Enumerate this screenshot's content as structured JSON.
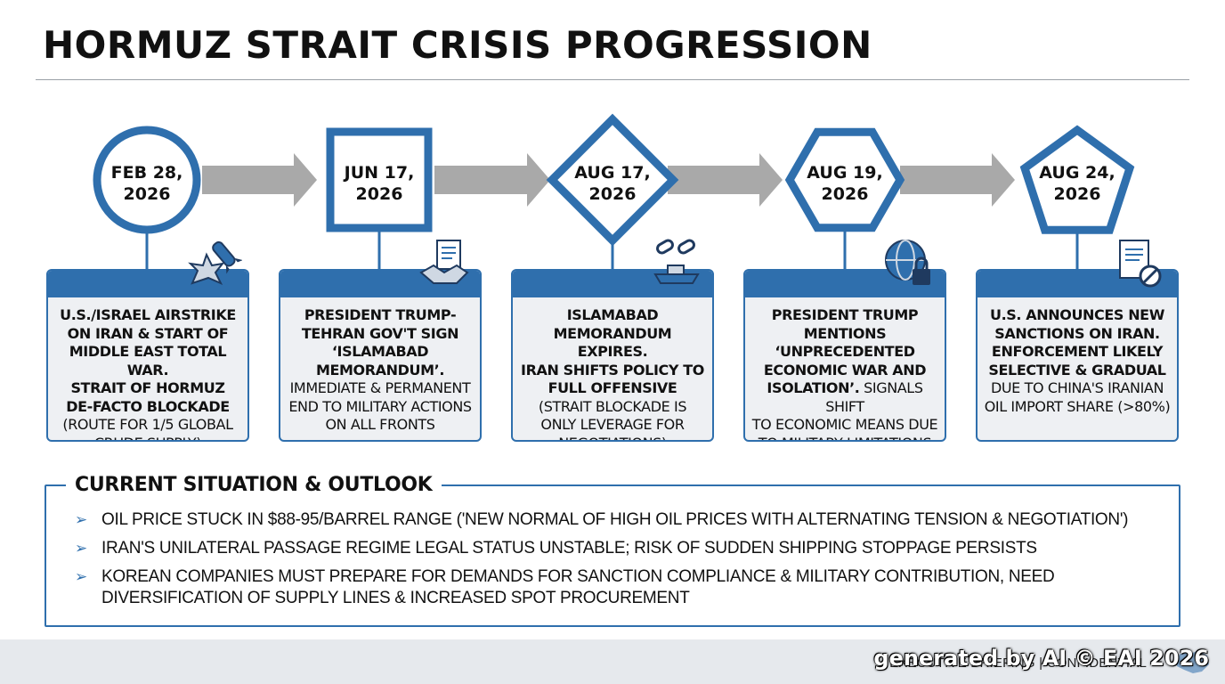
{
  "title": "HORMUZ STRAIT CRISIS PROGRESSION",
  "colors": {
    "accent": "#2f6fad",
    "arrow": "#a9a9a9",
    "card_bg": "#eef0f3"
  },
  "milestones": [
    {
      "date_line1": "FEB 28,",
      "date_line2": "2026",
      "shape": "circle",
      "icon": "missile-explosion-icon",
      "lines": [
        {
          "text": "U.S./ISRAEL AIRSTRIKE",
          "bold": true
        },
        {
          "text": "ON IRAN & START OF",
          "bold": true
        },
        {
          "text": "MIDDLE EAST TOTAL WAR.",
          "bold": true
        },
        {
          "text": "STRAIT OF HORMUZ",
          "bold": true
        },
        {
          "text": "DE-FACTO BLOCKADE",
          "bold": true
        },
        {
          "text": "(ROUTE FOR 1/5 GLOBAL",
          "bold": false
        },
        {
          "text": "CRUDE SUPPLY)",
          "bold": false
        }
      ]
    },
    {
      "date_line1": "JUN 17,",
      "date_line2": "2026",
      "shape": "square",
      "icon": "handshake-document-icon",
      "lines": [
        {
          "text": "PRESIDENT TRUMP-",
          "bold": true
        },
        {
          "text": "TEHRAN GOV'T SIGN",
          "bold": true
        },
        {
          "text": "‘ISLAMABAD",
          "bold": true
        },
        {
          "text": "MEMORANDUM’.",
          "bold": true
        },
        {
          "text": "IMMEDIATE & PERMANENT",
          "bold": false
        },
        {
          "text": "END TO MILITARY ACTIONS",
          "bold": false
        },
        {
          "text": "ON ALL FRONTS",
          "bold": false
        }
      ]
    },
    {
      "date_line1": "AUG 17,",
      "date_line2": "2026",
      "shape": "diamond",
      "icon": "broken-chain-ship-icon",
      "lines": [
        {
          "text": "ISLAMABAD",
          "bold": true
        },
        {
          "text": "MEMORANDUM EXPIRES.",
          "bold": true
        },
        {
          "text": "IRAN SHIFTS POLICY TO",
          "bold": true
        },
        {
          "text": "FULL OFFENSIVE",
          "bold": true
        },
        {
          "text": "(STRAIT BLOCKADE IS",
          "bold": false
        },
        {
          "text": "ONLY LEVERAGE FOR",
          "bold": false
        },
        {
          "text": "NEGOTIATIONS)",
          "bold": false
        }
      ]
    },
    {
      "date_line1": "AUG 19,",
      "date_line2": "2026",
      "shape": "hexagon",
      "icon": "globe-lock-icon",
      "lines": [
        {
          "text": "PRESIDENT TRUMP",
          "bold": true
        },
        {
          "text": "MENTIONS",
          "bold": true
        },
        {
          "text": "‘UNPRECEDENTED",
          "bold": true
        },
        {
          "text": "ECONOMIC WAR AND",
          "bold": true
        },
        {
          "text": "ISOLATION’.",
          "bold": true,
          "tail": " SIGNALS SHIFT"
        },
        {
          "text": "TO ECONOMIC MEANS DUE",
          "bold": false
        },
        {
          "text": "TO MILITARY LIMITATIONS",
          "bold": false
        }
      ]
    },
    {
      "date_line1": "AUG 24,",
      "date_line2": "2026",
      "shape": "pentagon",
      "icon": "sanction-document-icon",
      "lines": [
        {
          "text": "U.S. ANNOUNCES NEW",
          "bold": true
        },
        {
          "text": "SANCTIONS ON IRAN.",
          "bold": true
        },
        {
          "text": "ENFORCEMENT LIKELY",
          "bold": true
        },
        {
          "text": "SELECTIVE & GRADUAL",
          "bold": true
        },
        {
          "text": "DUE TO CHINA'S IRANIAN",
          "bold": false
        },
        {
          "text": "OIL IMPORT SHARE (>80%)",
          "bold": false
        }
      ]
    }
  ],
  "outlook": {
    "title": "CURRENT SITUATION & OUTLOOK",
    "bullets": [
      {
        "line1": "OIL PRICE STUCK IN $88-95/BARREL RANGE ('NEW NORMAL OF HIGH OIL PRICES WITH ALTERNATING TENSION & NEGOTIATION')",
        "line2": ""
      },
      {
        "line1": "IRAN'S UNILATERAL PASSAGE REGIME LEGAL STATUS UNSTABLE; RISK OF SUDDEN SHIPPING STOPPAGE PERSISTS",
        "line2": ""
      },
      {
        "line1": "KOREAN COMPANIES MUST PREPARE FOR DEMANDS FOR SANCTION COMPLIANCE & MILITARY CONTRIBUTION, NEED",
        "line2": "DIVERSIFICATION OF SUPPLY LINES & INCREASED SPOT PROCUREMENT"
      }
    ]
  },
  "footer": {
    "text": "EXECUTIVE BRIEFING | CONFIDENTIAL",
    "watermark": "generated by AI © EAI 2026"
  }
}
